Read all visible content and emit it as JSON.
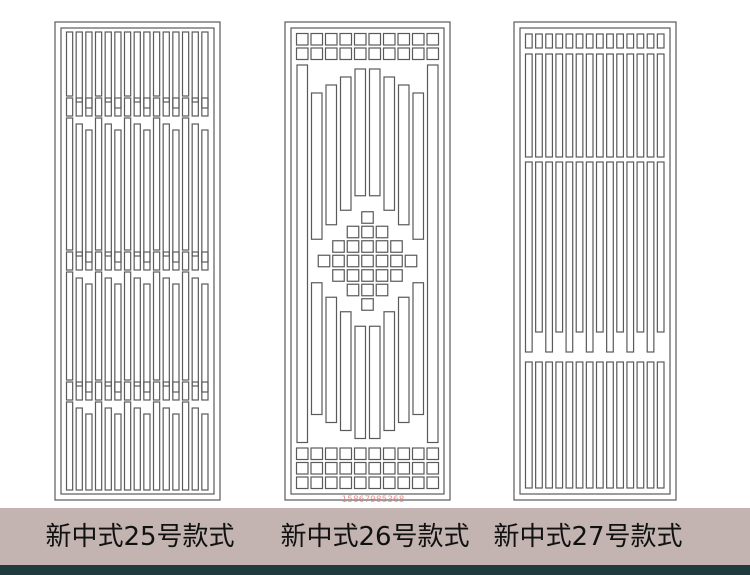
{
  "captions": {
    "panel_25": "新中式25号款式",
    "panel_26": "新中式26号款式",
    "panel_27": "新中式27号款式"
  },
  "watermark": "15867985368",
  "colors": {
    "background": "#ffffff",
    "caption_bar": "#c3b4b1",
    "bottom_strip": "#1f3b3d",
    "line": "#5a5a5a",
    "watermark": "#e07a7a"
  }
}
